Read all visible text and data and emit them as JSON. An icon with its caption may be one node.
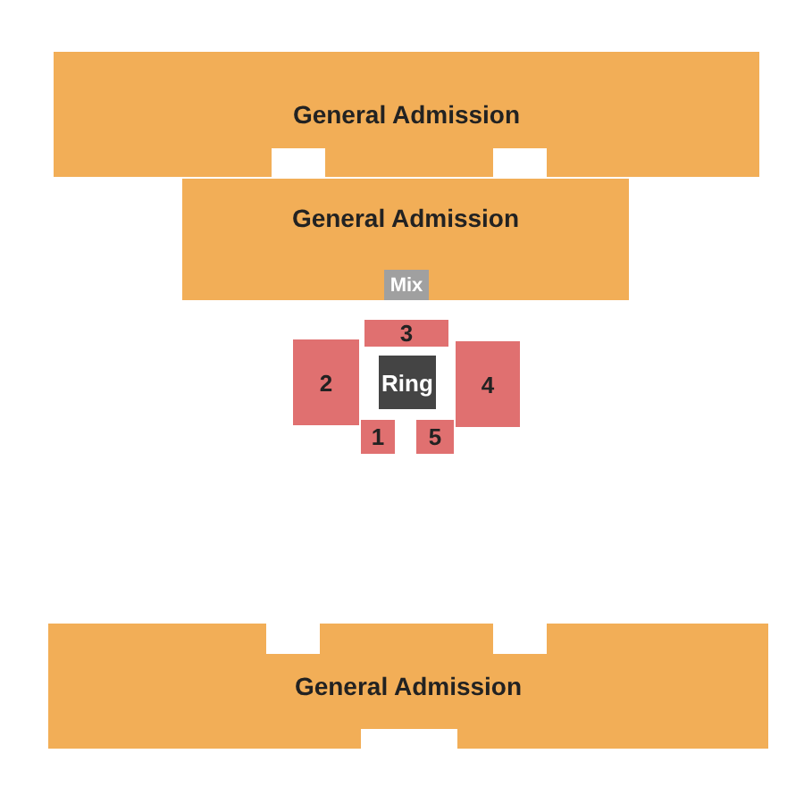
{
  "diagram": {
    "nodes": [
      {
        "text": [
          "General Admission"
        ]
      },
      {
        "text": [
          "General Admission"
        ]
      },
      {
        "text": [
          "Mix"
        ],
        "in": 1
      },
      {
        "text": [
          "3"
        ]
      },
      {
        "text": [
          "2"
        ]
      },
      {
        "text": [
          "Ring"
        ]
      },
      {
        "text": [
          "4"
        ]
      },
      {
        "text": [
          "1"
        ]
      },
      {
        "text": [
          "5"
        ]
      },
      {
        "text": [
          "General Admission"
        ]
      }
    ]
  }
}
